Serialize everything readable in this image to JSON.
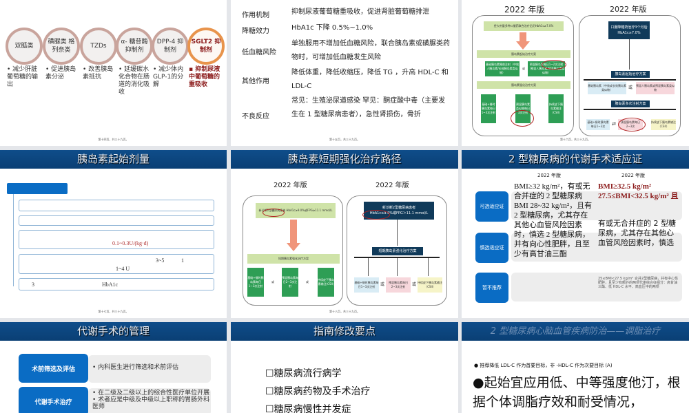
{
  "slide1": {
    "drugs": [
      {
        "name": "双胍类",
        "effect": "减少肝脏葡萄糖的输出"
      },
      {
        "name": "磺脲类 格列奈类",
        "effect": "促进胰岛素分泌"
      },
      {
        "name": "TZDs",
        "effect": "改善胰岛素抵抗"
      },
      {
        "name": "α- 糖苷酶抑制剂",
        "effect": "延缓碳水化合物在肠道的消化吸收"
      },
      {
        "name": "DPP-4 抑制剂",
        "effect": "减少体内GLP-1的分解"
      },
      {
        "name": "SGLT2 抑制剂",
        "effect": "抑制尿液中葡萄糖的重吸收"
      }
    ],
    "footer": "第十四页，共三十九页。"
  },
  "slide2": {
    "rows": [
      {
        "label": "作用机制",
        "value": "抑制尿液葡萄糖重吸收，促进肾脏葡萄糖排泄"
      },
      {
        "label": "降糖效力",
        "value": "HbA1c 下降 0.5%~1.0%"
      },
      {
        "label": "低血糖风险",
        "value": "单独服用不增加低血糖风险，联合胰岛素或磺脲类药物时，可增加低血糖发生风险"
      },
      {
        "label": "其他作用",
        "value": "降低体重，降低收缩压，降低 TG ，升高 HDL-C 和 LDL-C"
      },
      {
        "label": "不良反应",
        "value": "常见：生殖泌尿道感染 罕见：酮症酸中毒（主要发生在 1 型糖尿病患者），急性肾损伤，骨折"
      }
    ],
    "footer": "第十五页，共三十九页。"
  },
  "slide3": {
    "left_year": "2022 年版",
    "right_year": "2022 年版",
    "left": {
      "top": "经大剂量多种口服药联合治疗后仍HbA1c≥7.0%",
      "start": "胰岛素起始治疗方案",
      "opt1": "基础胰岛素睡前注射（中效人胰岛素/长效胰岛素类似物）",
      "or": "或",
      "opt2": "预混胰岛素每日1~2次注射（预混人胰岛素/预混胰岛素类似物）",
      "intense": "胰岛素强化治疗方案",
      "a": "基础+餐时胰岛素每日1~3次注射",
      "b": "预混胰岛素类似物每日3次注射",
      "c": "持续皮下胰岛素输注(CSII)"
    },
    "right": {
      "top": "口服降糖药治疗3个月后 HbA1c≥7.0%",
      "start": "胰岛素起始治疗方案",
      "opt1": "基础胰岛素（中效或长效胰岛素类似物）",
      "or": "或",
      "opt2": "预混人胰岛素或预混胰岛素类似物",
      "multi": "胰岛素多次注射方案",
      "a": "基础+餐时胰岛素每日1~3次",
      "b": "预混胰岛素每日2~3次",
      "c": "持续皮下胰岛素输注（CSII）",
      "swap": "⇄"
    },
    "footer": "第十六页，共三十九页。"
  },
  "slide4": {
    "title": "胰岛素起始剂量",
    "dose": "0.1~0.3U/(kg·d)",
    "row4a": "3~5",
    "row4b": "1",
    "row4c": "1~4 U",
    "row5a": "3",
    "row5b": "HbA1c",
    "footer": "第十七页，共三十九页。"
  },
  "slide5": {
    "title": "胰岛素短期强化治疗路径",
    "left_year": "2022 年版",
    "right_year": "2022 年版",
    "left": {
      "top": "新诊断2型糖尿病患者 HbA1c≥9.0%或FPG≥11.1 mmol/L",
      "plan": "短期胰岛素强化治疗方案",
      "a": "基础+餐时胰岛素每日1~3次注射",
      "or": "或",
      "b": "预混胰岛素每日2~3次注射",
      "c": "持续皮下胰岛素输注(CSII)"
    },
    "right": {
      "top1": "新诊断2型糖尿病患者",
      "top2": "HbA1c≥9.0%或FPG＞11.1 mmol/L",
      "plan": "短期胰岛素强化治疗方案",
      "a": "基础+餐时胰岛素每日1~3次注射",
      "or": "或",
      "b": "预混胰岛素每日2~3次注射",
      "c": "持续皮下胰岛素输注（CSII）"
    },
    "footer": "第十八页，共三十九页。"
  },
  "slide6": {
    "title": "2 型糖尿病的代谢手术适应证",
    "year": "2022 年版",
    "year2": "2022 年版",
    "cats": [
      "可选适应证",
      "慎选适应证",
      "暂不推荐"
    ],
    "left_text": "BMI≥32 kg/m²，有或无合并症的 2 型糖尿病 BMI 28~32 kg/m²，且有 2 型糖尿病，尤其存在其他心血管风险因素时，慎选 2 型糖尿病，并有向心性肥胖，且至少有高甘油三酯",
    "right_red": "BMI≥32.5 kg/m²  27.5≤BMI<32.5 kg/m²  且",
    "right_text": "有或无合并症的 2 型糖尿病，尤其存在其他心血管风险因素时，慎选",
    "small_note": "25≤BMI<27.5 kg/m² 合并2型糖尿病，并有中心性肥胖，且至少有额外的两项代谢综合征组分：高甘油三酯、低 HDL-C 水平、高血压中的两项"
  },
  "slide7": {
    "title": "代谢手术的管理",
    "steps": [
      {
        "label": "术前筛选及评估",
        "items": [
          "内科医生进行筛选和术前评估"
        ]
      },
      {
        "label": "代谢手术治疗",
        "items": [
          "在二级及二级以上的综合性医疗单位开展",
          "术者应是中级及中级以上职称的胃肠外科医师"
        ]
      }
    ]
  },
  "slide8": {
    "title": "指南修改要点",
    "items": [
      "糖尿病流行病学",
      "糖尿病药物及手术治疗",
      "糖尿病慢性并发症"
    ]
  },
  "slide9": {
    "title": "2 型糖尿病心脑血管疾病防治——调脂治疗",
    "small_bullet": "推荐降低 LDL-C 作为首要目标，非 -HDL-C 作为次要目标 (A)",
    "big_bullet": "起始宜应用低、中等强度他汀，根据个体调脂疗效和耐受情况，"
  }
}
